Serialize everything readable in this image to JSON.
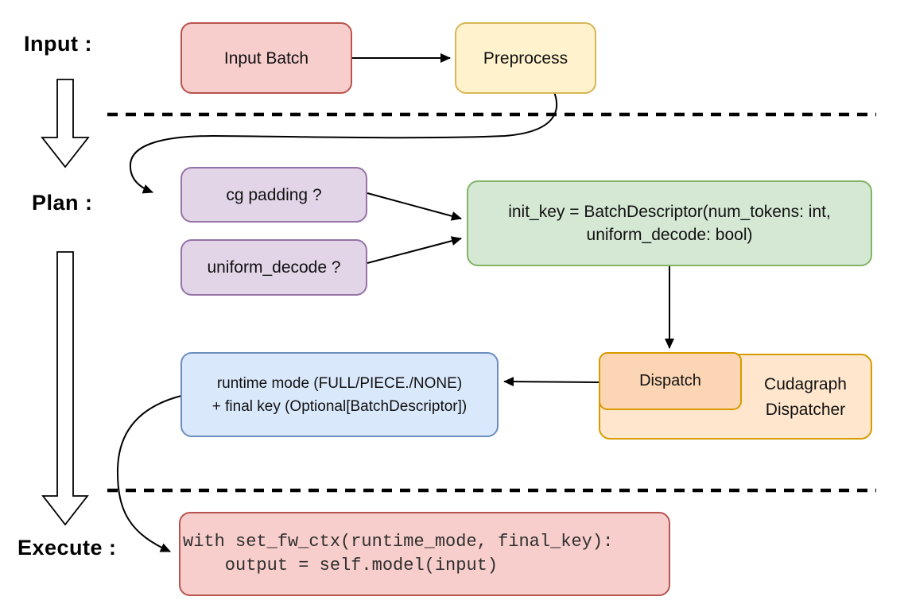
{
  "diagram": {
    "stages": {
      "input_label": "Input :",
      "plan_label": "Plan :",
      "execute_label": "Execute :"
    },
    "nodes": {
      "input_batch": {
        "label": "Input Batch",
        "fill": "#f8cecc",
        "stroke": "#b85450"
      },
      "preprocess": {
        "label": "Preprocess",
        "fill": "#fff2cc",
        "stroke": "#d6b656"
      },
      "cg_padding": {
        "label": "cg padding ?",
        "fill": "#e1d5e7",
        "stroke": "#9673a6"
      },
      "uniform_decode": {
        "label": "uniform_decode ?",
        "fill": "#e1d5e7",
        "stroke": "#9673a6"
      },
      "init_key": {
        "line1": "init_key = BatchDescriptor(num_tokens: int,",
        "line2": "uniform_decode: bool)",
        "fill": "#d5e8d4",
        "stroke": "#82b366"
      },
      "dispatch": {
        "label": "Dispatch",
        "fill": "#fcd5b4",
        "stroke": "#d79b00"
      },
      "cudagraph_dispatcher": {
        "line1": "Cudagraph",
        "line2": "Dispatcher",
        "fill": "#ffe6cc",
        "stroke": "#d79b00"
      },
      "runtime_mode": {
        "line1": "runtime mode (FULL/PIECE./NONE)",
        "line2": "+ final key (Optional[BatchDescriptor])",
        "fill": "#dae8fc",
        "stroke": "#6c8ebf"
      },
      "execute_code": {
        "line1": "with set_fw_ctx(runtime_mode, final_key):",
        "line2": "    output = self.model(input)",
        "fill": "#f8cecc",
        "stroke": "#b85450"
      }
    }
  }
}
